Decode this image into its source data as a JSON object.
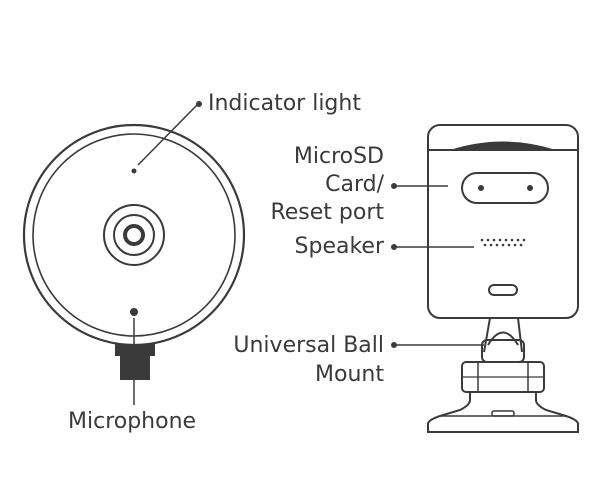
{
  "labels": {
    "indicator_light": "Indicator light",
    "microsd_line1": "MicroSD",
    "microsd_line2": "Card/",
    "microsd_line3": "Reset port",
    "speaker": "Speaker",
    "ball_mount_line1": "Universal Ball",
    "ball_mount_line2": "Mount",
    "microphone": "Microphone"
  },
  "colors": {
    "line": "#3a3a3a",
    "text": "#3a3a3a",
    "background": "#ffffff"
  }
}
